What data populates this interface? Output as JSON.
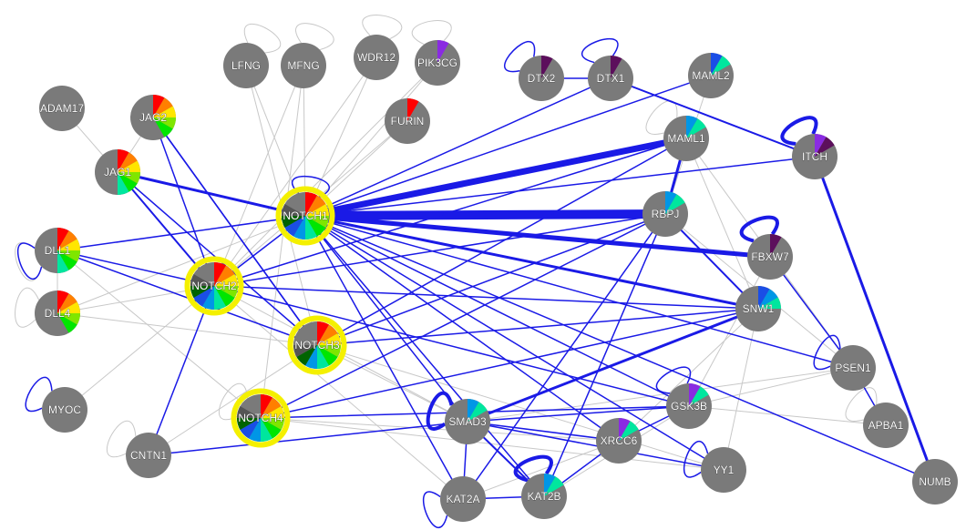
{
  "diagram": {
    "colors": {
      "node_fill": "#7a7a7a",
      "interaction_edge": "#1a1ae6",
      "association_edge": "#c8c8c8",
      "query_ring": "#f4f000"
    },
    "wedge_palette": [
      "#ff0000",
      "#ff7f00",
      "#ffe600",
      "#7fe600",
      "#00e600",
      "#00e69e",
      "#0096e6",
      "#1a4ee6",
      "#8a2be2",
      "#5c0f5c",
      "#006400",
      "#555555"
    ],
    "nodes": [
      {
        "id": "LFNG",
        "label": "LFNG",
        "wedges": []
      },
      {
        "id": "MFNG",
        "label": "MFNG",
        "wedges": []
      },
      {
        "id": "WDR12",
        "label": "WDR12",
        "wedges": []
      },
      {
        "id": "PIK3CG",
        "label": "PIK3CG",
        "wedges": [
          8
        ]
      },
      {
        "id": "DTX2",
        "label": "DTX2",
        "wedges": [
          9
        ]
      },
      {
        "id": "DTX1",
        "label": "DTX1",
        "wedges": [
          9
        ]
      },
      {
        "id": "MAML2",
        "label": "MAML2",
        "wedges": [
          7,
          5
        ]
      },
      {
        "id": "ADAM17",
        "label": "ADAM17",
        "wedges": []
      },
      {
        "id": "JAG2",
        "label": "JAG2",
        "wedges": [
          0,
          1,
          2,
          3,
          4
        ]
      },
      {
        "id": "FURIN",
        "label": "FURIN",
        "wedges": [
          0
        ]
      },
      {
        "id": "MAML1",
        "label": "MAML1",
        "wedges": [
          6,
          5
        ]
      },
      {
        "id": "ITCH",
        "label": "ITCH",
        "wedges": [
          8,
          9
        ]
      },
      {
        "id": "JAG1",
        "label": "JAG1",
        "wedges": [
          0,
          1,
          2,
          3,
          4,
          5
        ]
      },
      {
        "id": "NOTCH1",
        "label": "NOTCH1",
        "wedges": [
          0,
          1,
          2,
          3,
          4,
          5,
          6,
          7,
          10,
          11
        ],
        "query": true
      },
      {
        "id": "RBPJ",
        "label": "RBPJ",
        "wedges": [
          6,
          5
        ]
      },
      {
        "id": "DLL1",
        "label": "DLL1",
        "wedges": [
          0,
          1,
          2,
          3,
          4,
          5
        ]
      },
      {
        "id": "FBXW7",
        "label": "FBXW7",
        "wedges": [
          9
        ]
      },
      {
        "id": "NOTCH2",
        "label": "NOTCH2",
        "wedges": [
          0,
          1,
          2,
          3,
          4,
          5,
          6,
          7,
          10,
          11
        ],
        "query": true
      },
      {
        "id": "DLL4",
        "label": "DLL4",
        "wedges": [
          0,
          1,
          2,
          3,
          4
        ]
      },
      {
        "id": "SNW1",
        "label": "SNW1",
        "wedges": [
          7,
          6,
          5
        ]
      },
      {
        "id": "NOTCH3",
        "label": "NOTCH3",
        "wedges": [
          0,
          1,
          2,
          3,
          4,
          5,
          6,
          10,
          11
        ],
        "query": true
      },
      {
        "id": "PSEN1",
        "label": "PSEN1",
        "wedges": []
      },
      {
        "id": "MYOC",
        "label": "MYOC",
        "wedges": []
      },
      {
        "id": "NOTCH4",
        "label": "NOTCH4",
        "wedges": [
          0,
          1,
          2,
          3,
          4,
          5,
          6,
          7,
          10,
          11
        ],
        "query": true
      },
      {
        "id": "SMAD3",
        "label": "SMAD3",
        "wedges": [
          6,
          5
        ]
      },
      {
        "id": "GSK3B",
        "label": "GSK3B",
        "wedges": [
          8,
          5
        ]
      },
      {
        "id": "APBA1",
        "label": "APBA1",
        "wedges": []
      },
      {
        "id": "CNTN1",
        "label": "CNTN1",
        "wedges": []
      },
      {
        "id": "XRCC6",
        "label": "XRCC6",
        "wedges": [
          8,
          5
        ]
      },
      {
        "id": "YY1",
        "label": "YY1",
        "wedges": []
      },
      {
        "id": "KAT2A",
        "label": "KAT2A",
        "wedges": []
      },
      {
        "id": "KAT2B",
        "label": "KAT2B",
        "wedges": [
          6,
          5
        ]
      },
      {
        "id": "NUMB",
        "label": "NUMB",
        "wedges": []
      }
    ],
    "interaction_edges": [
      {
        "s": "NOTCH1",
        "t": "RBPJ",
        "w": 10
      },
      {
        "s": "NOTCH1",
        "t": "MAML1",
        "w": 7
      },
      {
        "s": "NOTCH1",
        "t": "FBXW7",
        "w": 5
      },
      {
        "s": "NOTCH1",
        "t": "SNW1",
        "w": 3
      },
      {
        "s": "NOTCH1",
        "t": "JAG1",
        "w": 3
      },
      {
        "s": "NOTCH1",
        "t": "DLL1",
        "w": 1.5
      },
      {
        "s": "NOTCH1",
        "t": "MAML2",
        "w": 1.5
      },
      {
        "s": "NOTCH1",
        "t": "ITCH",
        "w": 1.5
      },
      {
        "s": "NOTCH1",
        "t": "DTX1",
        "w": 1.5
      },
      {
        "s": "NOTCH1",
        "t": "SMAD3",
        "w": 1.5
      },
      {
        "s": "NOTCH1",
        "t": "GSK3B",
        "w": 1.5
      },
      {
        "s": "NOTCH1",
        "t": "XRCC6",
        "w": 1.5
      },
      {
        "s": "NOTCH1",
        "t": "YY1",
        "w": 1.5
      },
      {
        "s": "NOTCH1",
        "t": "KAT2A",
        "w": 1.5
      },
      {
        "s": "NOTCH1",
        "t": "KAT2B",
        "w": 1.5
      },
      {
        "s": "NOTCH1",
        "t": "NUMB",
        "w": 1.5
      },
      {
        "s": "NOTCH1",
        "t": "PSEN1",
        "w": 1.5
      },
      {
        "s": "NOTCH1",
        "t": "NOTCH2",
        "w": 1.5
      },
      {
        "s": "NOTCH2",
        "t": "RBPJ",
        "w": 1.5
      },
      {
        "s": "NOTCH2",
        "t": "MAML1",
        "w": 1.5
      },
      {
        "s": "NOTCH2",
        "t": "JAG2",
        "w": 1.5
      },
      {
        "s": "NOTCH2",
        "t": "JAG1",
        "w": 2
      },
      {
        "s": "NOTCH2",
        "t": "DLL1",
        "w": 1.5
      },
      {
        "s": "NOTCH2",
        "t": "SNW1",
        "w": 1.5
      },
      {
        "s": "NOTCH2",
        "t": "GSK3B",
        "w": 1.5
      },
      {
        "s": "NOTCH2",
        "t": "CNTN1",
        "w": 1.5
      },
      {
        "s": "NOTCH3",
        "t": "JAG1",
        "w": 1.5
      },
      {
        "s": "NOTCH3",
        "t": "JAG2",
        "w": 1.5
      },
      {
        "s": "NOTCH3",
        "t": "DLL1",
        "w": 1.5
      },
      {
        "s": "NOTCH3",
        "t": "RBPJ",
        "w": 1.5
      },
      {
        "s": "NOTCH3",
        "t": "MAML1",
        "w": 1.5
      },
      {
        "s": "NOTCH3",
        "t": "SNW1",
        "w": 1.5
      },
      {
        "s": "NOTCH4",
        "t": "RBPJ",
        "w": 1.5
      },
      {
        "s": "NOTCH4",
        "t": "GSK3B",
        "w": 1.5
      },
      {
        "s": "NOTCH4",
        "t": "SNW1",
        "w": 1.5
      },
      {
        "s": "DTX2",
        "t": "DTX1",
        "w": 1.5
      },
      {
        "s": "DTX1",
        "t": "ITCH",
        "w": 2
      },
      {
        "s": "MAML1",
        "t": "RBPJ",
        "w": 3
      },
      {
        "s": "RBPJ",
        "t": "SNW1",
        "w": 2
      },
      {
        "s": "RBPJ",
        "t": "KAT2B",
        "w": 1.5
      },
      {
        "s": "RBPJ",
        "t": "KAT2A",
        "w": 1.5
      },
      {
        "s": "ITCH",
        "t": "NUMB",
        "w": 3
      },
      {
        "s": "FBXW7",
        "t": "PSEN1",
        "w": 1.5
      },
      {
        "s": "SNW1",
        "t": "SMAD3",
        "w": 3
      },
      {
        "s": "SMAD3",
        "t": "GSK3B",
        "w": 1.5
      },
      {
        "s": "SMAD3",
        "t": "KAT2B",
        "w": 2
      },
      {
        "s": "SMAD3",
        "t": "KAT2A",
        "w": 1.5
      },
      {
        "s": "SMAD3",
        "t": "XRCC6",
        "w": 1.5
      },
      {
        "s": "SMAD3",
        "t": "YY1",
        "w": 1.5
      },
      {
        "s": "SMAD3",
        "t": "CNTN1",
        "w": 1.5
      },
      {
        "s": "PSEN1",
        "t": "APBA1",
        "w": 1.5
      },
      {
        "s": "GSK3B",
        "t": "XRCC6",
        "w": 1.5
      },
      {
        "s": "KAT2A",
        "t": "KAT2B",
        "w": 1.5
      },
      {
        "s": "XRCC6",
        "t": "KAT2B",
        "w": 1.5
      },
      {
        "s": "JAG2",
        "t": "NOTCH3",
        "w": 1.5
      }
    ],
    "association_edges": [
      [
        "LFNG",
        "NOTCH1"
      ],
      [
        "MFNG",
        "NOTCH1"
      ],
      [
        "WDR12",
        "NOTCH1"
      ],
      [
        "PIK3CG",
        "NOTCH1"
      ],
      [
        "FURIN",
        "NOTCH1"
      ],
      [
        "ADAM17",
        "JAG1"
      ],
      [
        "MFNG",
        "NOTCH2"
      ],
      [
        "LFNG",
        "NOTCH3"
      ],
      [
        "WDR12",
        "NOTCH2"
      ],
      [
        "FURIN",
        "NOTCH2"
      ],
      [
        "DLL4",
        "NOTCH1"
      ],
      [
        "DLL4",
        "NOTCH2"
      ],
      [
        "DLL1",
        "NOTCH4"
      ],
      [
        "MYOC",
        "NOTCH2"
      ],
      [
        "CNTN1",
        "NOTCH3"
      ],
      [
        "SMAD3",
        "NOTCH3"
      ],
      [
        "YY1",
        "NOTCH3"
      ],
      [
        "KAT2A",
        "NOTCH2"
      ],
      [
        "PSEN1",
        "RBPJ"
      ],
      [
        "PSEN1",
        "GSK3B"
      ],
      [
        "PSEN1",
        "SMAD3"
      ],
      [
        "PSEN1",
        "MAML1"
      ],
      [
        "APBA1",
        "GSK3B"
      ],
      [
        "XRCC6",
        "SNW1"
      ],
      [
        "YY1",
        "SNW1"
      ],
      [
        "KAT2A",
        "XRCC6"
      ],
      [
        "KAT2B",
        "GSK3B"
      ],
      [
        "MAML2",
        "RBPJ"
      ],
      [
        "NOTCH4",
        "XRCC6"
      ],
      [
        "NOTCH4",
        "YY1"
      ],
      [
        "JAG2",
        "JAG1"
      ],
      [
        "DLL1",
        "DLL4"
      ],
      [
        "MAML1",
        "SNW1"
      ],
      [
        "FBXW7",
        "GSK3B"
      ],
      [
        "MFNG",
        "NOTCH4"
      ],
      [
        "DLL4",
        "NOTCH3"
      ],
      [
        "PIK3CG",
        "NOTCH2"
      ],
      [
        "SMAD3",
        "NOTCH2"
      ]
    ],
    "interaction_self_loops": [
      {
        "node": "DTX2",
        "w": 1.5
      },
      {
        "node": "DTX1",
        "w": 1.5
      },
      {
        "node": "ITCH",
        "w": 4
      },
      {
        "node": "FBXW7",
        "w": 4
      },
      {
        "node": "NOTCH1",
        "w": 1.5
      },
      {
        "node": "DLL1",
        "w": 1.5
      },
      {
        "node": "MYOC",
        "w": 1.5
      },
      {
        "node": "SMAD3",
        "w": 4
      },
      {
        "node": "KAT2B",
        "w": 4
      },
      {
        "node": "KAT2A",
        "w": 1.5
      },
      {
        "node": "GSK3B",
        "w": 1.5
      },
      {
        "node": "YY1",
        "w": 1.5
      },
      {
        "node": "PSEN1",
        "w": 1.5
      }
    ],
    "association_self_loops": [
      "LFNG",
      "MFNG",
      "WDR12",
      "PIK3CG",
      "DLL1",
      "DLL4",
      "CNTN1",
      "APBA1",
      "NOTCH4",
      "MAML1"
    ]
  }
}
